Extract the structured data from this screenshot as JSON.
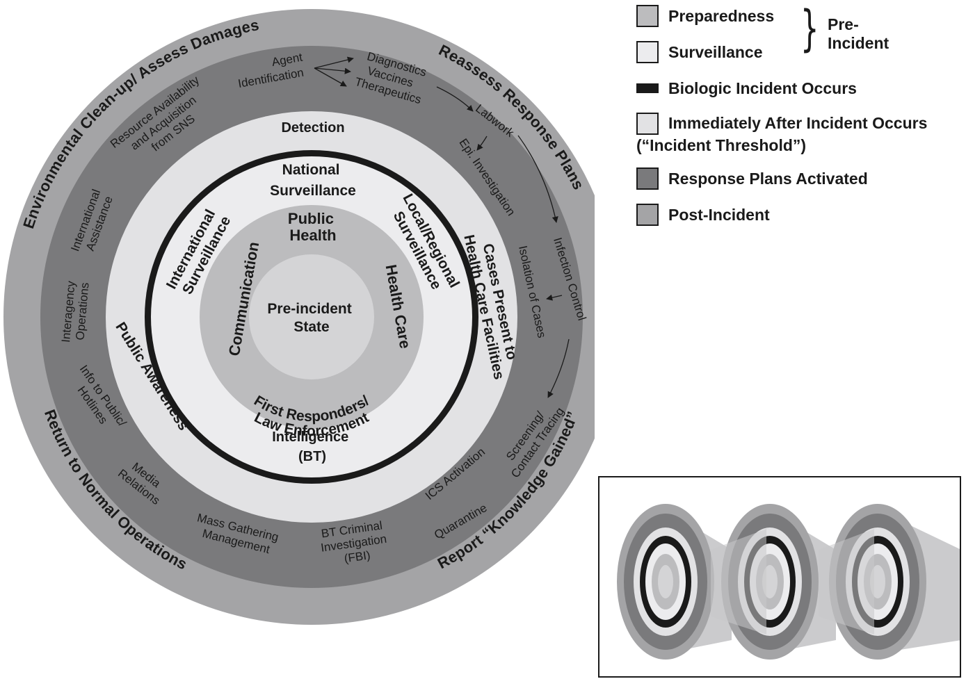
{
  "colors": {
    "post_incident": "#a4a4a6",
    "response_plans": "#7a7a7c",
    "incident_threshold": "#e2e2e4",
    "biologic_incident": "#1a1a1a",
    "surveillance": "#ececee",
    "preparedness": "#bcbcbe",
    "pre_incident_state": "#d4d4d6"
  },
  "diagram": {
    "center": [
      "Pre-incident",
      "State"
    ],
    "preparedness_ring": {
      "public_health": [
        "Public",
        "Health"
      ],
      "health_care": "Health Care",
      "first_responders": [
        "First Responders/",
        "Law Enforcement"
      ],
      "communication": "Communication"
    },
    "surveillance_ring": {
      "national": [
        "National",
        "Surveillance"
      ],
      "local": [
        "Local/Regional",
        "Surveillance"
      ],
      "international": [
        "International",
        "Surveillance"
      ],
      "intelligence": [
        "Intelligence",
        "(BT)"
      ]
    },
    "threshold_ring": {
      "detection": "Detection",
      "cases_present": [
        "Cases Present to",
        "Health Care Facilities"
      ],
      "public_awareness": "Public Awareness"
    },
    "response_ring": {
      "agent_identification": [
        "Agent",
        "Identification"
      ],
      "diagnostics": "Diagnostics",
      "vaccines": "Vaccines",
      "therapeutics": "Therapeutics",
      "labwork": "Labwork",
      "epi_investigation": "Epi. Investigation",
      "infection_control": "Infection Control",
      "isolation_of_cases": "Isolation of Cases",
      "screening": [
        "Screening/",
        "Contact Tracing"
      ],
      "ics_activation": "ICS Activation",
      "quarantine": "Quarantine",
      "bt_criminal": [
        "BT Criminal",
        "Investigation",
        "(FBI)"
      ],
      "mass_gathering": [
        "Mass Gathering",
        "Management"
      ],
      "media_relations": [
        "Media",
        "Relations"
      ],
      "info_to_public": [
        "Info to Public/",
        "Hotlines"
      ],
      "interagency": [
        "Interagency",
        "Operations"
      ],
      "international_assistance": [
        "International",
        "Assistance"
      ],
      "resource_availability": [
        "Resource Availability",
        "and Acquisition",
        "from SNS"
      ]
    },
    "post_ring": {
      "environmental": "Environmental Clean-up/ Assess Damages",
      "reassess": "Reassess Response Plans",
      "return_normal": "Return to Normal Operations",
      "report": "Report “Knowledge Gained”"
    }
  },
  "legend": {
    "items": [
      {
        "label": "Preparedness",
        "color": "#bcbcbe",
        "kind": "box"
      },
      {
        "label": "Surveillance",
        "color": "#ececee",
        "kind": "box"
      },
      {
        "label": "Biologic Incident Occurs",
        "color": "#1a1a1a",
        "kind": "bar"
      },
      {
        "label": "Immediately After Incident Occurs",
        "label2": "(“Incident Threshold”)",
        "color": "#e2e2e4",
        "kind": "box"
      },
      {
        "label": "Response Plans Activated",
        "color": "#7a7a7c",
        "kind": "box"
      },
      {
        "label": "Post-Incident",
        "color": "#a4a4a6",
        "kind": "box"
      }
    ],
    "bracket_label": [
      "Pre-",
      "Incident"
    ]
  }
}
